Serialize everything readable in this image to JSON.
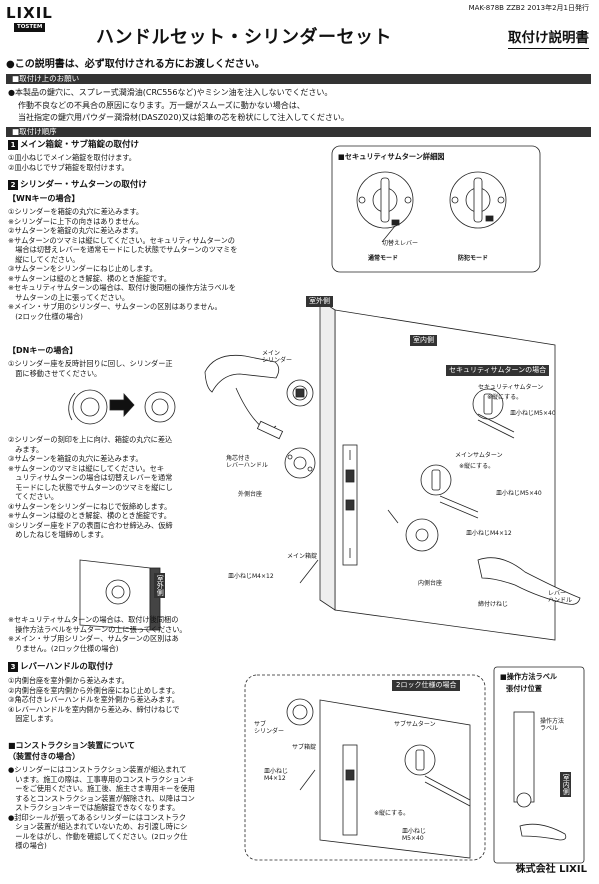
{
  "header": {
    "logo": "LIXIL",
    "logo_sub": "TOSTEM",
    "doc_code": "MAK-878B  ZZB2  2013年2月1日発行",
    "title": "ハンドルセット・シリンダーセット",
    "manual_label": "取付け説明書"
  },
  "intro": "●この説明書は、必ず取付けされる方にお渡しください。",
  "sections": {
    "request_bar": "■取付け上のお願い",
    "request_lines": [
      "●本製品の鍵穴に、スプレー式潤滑油(CRC556など)やミシン油を注入しないでください。",
      "作動不良などの不具合の原因になります。万一鍵がスムーズに動かない場合は、",
      "当社指定の鍵穴用パウダー潤滑材(DASZ020)又は鉛筆の芯を粉状にして注入してください。"
    ],
    "procedure_bar": "■取付け順序"
  },
  "step1": {
    "num": "1",
    "title": "メイン箱錠・サブ箱錠の取付け",
    "lines": [
      "①皿小ねじでメイン箱錠を取付けます。",
      "②皿小ねじでサブ箱錠を取付けます。"
    ]
  },
  "step2": {
    "num": "2",
    "title": "シリンダー・サムターンの取付け",
    "wn_title": "【WNキーの場合】",
    "wn_lines": [
      "①シリンダーを箱錠の丸穴に差込みます。",
      "※シリンダーに上下の向きはありません。",
      "②サムターンを箱錠の丸穴に差込みます。",
      "※サムターンのツマミは縦にしてください。セキュリティサムターンの",
      "　場合は切替えレバーを通常モードにした状態でサムターンのツマミを",
      "　縦にしてください。",
      "③サムターンをシリンダーにねじ止めします。",
      "※サムターンは縦のとき解錠、横のとき施錠です。",
      "※セキュリティサムターンの場合は、取付け後同梱の操作方法ラベルを",
      "　サムターンの上に張ってください。",
      "※メイン・サブ用のシリンダー、サムターンの区別はありません。",
      "　(2ロック仕様の場合)"
    ],
    "dn_title": "【DNキーの場合】",
    "dn_lines_a": [
      "①シリンダー座を反時計回りに回し、シリンダー正",
      "　面に移動させてください。"
    ],
    "dn_lines_b": [
      "②シリンダーの刻印を上に向け、箱錠の丸穴に差込",
      "　みます。",
      "③サムターンを箱錠の丸穴に差込みます。",
      "※サムターンのツマミは縦にしてください。セキ",
      "　ュリティサムターンの場合は切替えレバーを通常",
      "　モードにした状態でサムターンのツマミを縦にし",
      "　てください。",
      "④サムターンをシリンダーにねじで仮締めします。",
      "※サムターンは縦のとき解錠、横のとき施錠です。",
      "⑤シリンダー座をドアの表面に合わせ締込み、仮締",
      "　めしたねじを増締めします。"
    ],
    "dn_lines_c": [
      "※セキュリティサムターンの場合は、取付け後同梱の",
      "　操作方法ラベルをサムターンの上に張ってください。",
      "※メイン・サブ用シリンダー、サムターンの区別はあ",
      "　りません。(2ロック仕様の場合)"
    ]
  },
  "step3": {
    "num": "3",
    "title": "レバーハンドルの取付け",
    "lines": [
      "①内側台座を室外側から差込みます。",
      "②内側台座を室内側から外側台座にねじ止めします。",
      "③角芯付きレバーハンドルを室外側から差込みます。",
      "④レバーハンドルを室内側から差込み、締付けねじで",
      "　固定します。"
    ]
  },
  "construction": {
    "title_line1": "■コンストラクション装置について",
    "title_line2": "（装置付きの場合）",
    "lines": [
      "●シリンダーにはコンストラクション装置が組込まれて",
      "　います。施工の際は、工事専用のコンストラクションキ",
      "　ーをご使用ください。施工後、施主さま専用キーを使用",
      "　するとコンストラクション装置が解除され、以降はコン",
      "　ストラクションキーでは施解錠できなくなります。",
      "●封印シールが張ってあるシリンダーにはコンストラク",
      "　ション装置が組込まれていないため、お引渡し時にシ",
      "　ールをはがし、作動を確認してください。(2ロック仕",
      "　様の場合)"
    ]
  },
  "security_box": {
    "title": "■セキュリティサムターン詳細図",
    "lever_label": "切替えレバー",
    "normal_mode": "通常モード",
    "crime_mode": "防犯モード"
  },
  "diagram": {
    "outside": "室外側",
    "inside": "室内側",
    "security_case": "セキュリティサムターンの場合",
    "main_cylinder": "メイン\nシリンダー",
    "security_thumb": "セキュリティサムターン",
    "vertical_note_1": "※縦にする。",
    "screw_m5x40_a": "皿小ねじM5×40",
    "main_thumb": "メインサムターン",
    "vertical_note_2": "※縦にする。",
    "screw_m5x40_b": "皿小ねじM5×40",
    "lever_square": "角芯付き\nレバーハンドル",
    "outer_base": "外側台座",
    "screw_m4x12_a": "皿小ねじM4×12",
    "main_box": "メイン箱錠",
    "screw_m4x12_b": "皿小ねじM4×12",
    "inner_base": "内側台座",
    "set_screw": "締付けねじ",
    "lever_handle": "レバー\nハンドル",
    "outside_vertical": "室外側"
  },
  "two_lock": {
    "title": "2ロック仕様の場合",
    "sub_cylinder": "サブ\nシリンダー",
    "sub_box": "サブ箱錠",
    "sub_thumb": "サブサムターン",
    "screw_m4x12": "皿小ねじ\nM4×12",
    "vertical_note": "※縦にする。",
    "screw_m5x40": "皿小ねじ\nM5×40"
  },
  "label_box": {
    "title_line1": "■操作方法ラベル",
    "title_line2": "張付け位置",
    "label_text": "操作方法\nラベル",
    "inside": "室内側"
  },
  "company": "株式会社 LIXIL"
}
